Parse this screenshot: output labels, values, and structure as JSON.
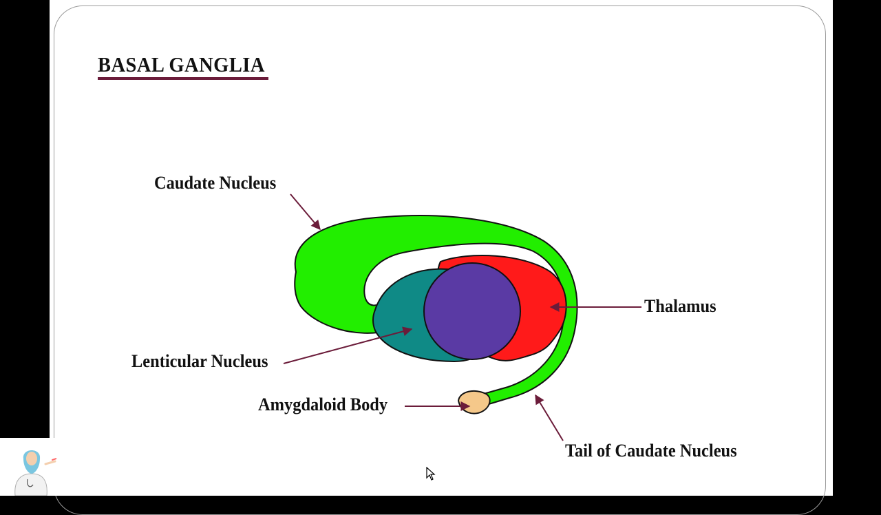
{
  "slide": {
    "title": "BASAL GANGLIA"
  },
  "labels": {
    "caudate": "Caudate Nucleus",
    "thalamus": "Thalamus",
    "lenticular": "Lenticular Nucleus",
    "amygdaloid": "Amygdaloid Body",
    "tail": "Tail of Caudate Nucleus"
  },
  "colors": {
    "caudate": "#22ee00",
    "thalamus": "#ff1a1a",
    "lenticular_outer": "#0f8a86",
    "lenticular_inner": "#5a3aa4",
    "amygdaloid": "#f5c88a",
    "leader": "#6b1c3a",
    "title_rule": "#6b1c3a"
  },
  "icons": {
    "presenter": "doctor-avatar-icon",
    "cursor": "mouse-pointer-icon"
  }
}
